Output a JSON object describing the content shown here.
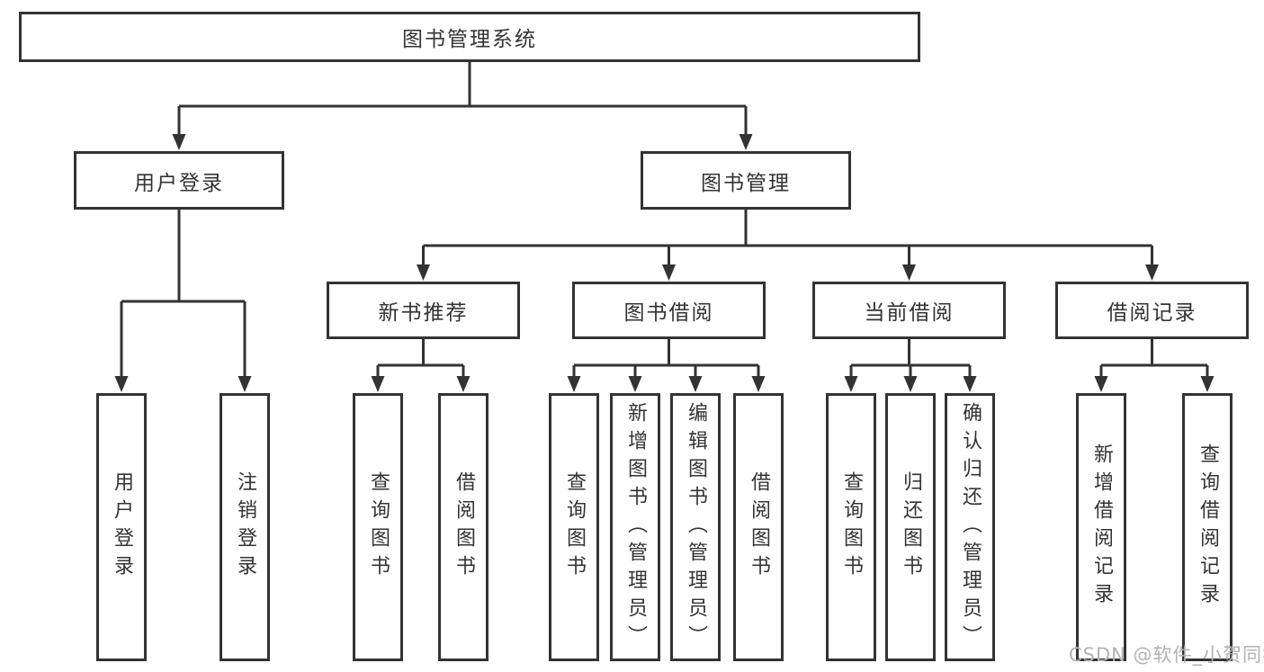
{
  "diagram": {
    "title": "图书管理系统",
    "branches": [
      {
        "label": "用户登录",
        "children": [
          {
            "label": "用户登录"
          },
          {
            "label": "注销登录"
          }
        ]
      },
      {
        "label": "图书管理",
        "children": [
          {
            "label": "新书推荐",
            "children": [
              {
                "label": "查询图书"
              },
              {
                "label": "借阅图书"
              }
            ]
          },
          {
            "label": "图书借阅",
            "children": [
              {
                "label": "查询图书"
              },
              {
                "label": "新增图书（管理员）"
              },
              {
                "label": "编辑图书（管理员）"
              },
              {
                "label": "借阅图书"
              }
            ]
          },
          {
            "label": "当前借阅",
            "children": [
              {
                "label": "查询图书"
              },
              {
                "label": "归还图书"
              },
              {
                "label": "确认归还（管理员）"
              }
            ]
          },
          {
            "label": "借阅记录",
            "children": [
              {
                "label": "新增借阅记录"
              },
              {
                "label": "查询借阅记录"
              }
            ]
          }
        ]
      }
    ]
  },
  "watermark": {
    "text": "CSDN @软件_小贺同学"
  },
  "colors": {
    "line": "#333333",
    "box_border": "#333333",
    "text": "#333333",
    "watermark": "#b2b2b2",
    "background": "#ffffff"
  }
}
